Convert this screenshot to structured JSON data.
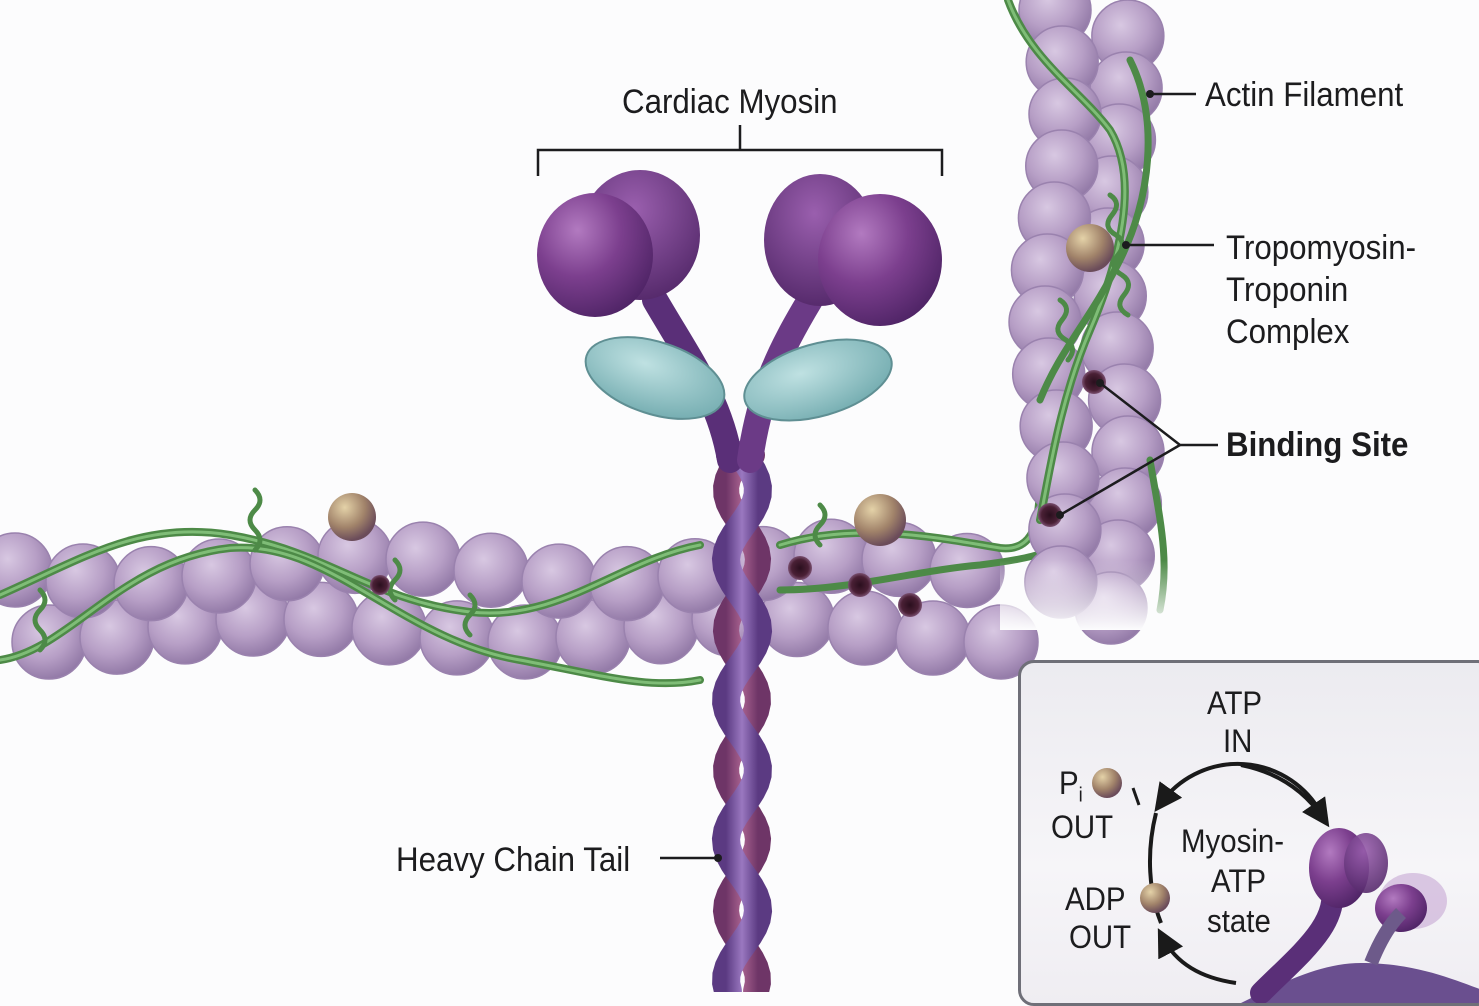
{
  "labels": {
    "cardiac_myosin": "Cardiac Myosin",
    "actin_filament": "Actin Filament",
    "tropomyosin_complex": [
      "Tropomyosin-",
      "Troponin",
      "Complex"
    ],
    "binding_site": "Binding Site",
    "heavy_chain_tail": "Heavy Chain Tail"
  },
  "inset": {
    "atp_in": [
      "ATP",
      "IN"
    ],
    "pi_out": {
      "symbol": "P",
      "subscript": "i",
      "word": "OUT"
    },
    "adp_out": [
      "ADP",
      "OUT"
    ],
    "state": [
      "Myosin-",
      "ATP",
      "state"
    ]
  },
  "colors": {
    "actin": "#b49bc3",
    "tropomyosin": "#5e9a55",
    "myosin_head": "#7a3d8a",
    "light_chain": "#86bdc0",
    "tail": "#6a4f8f",
    "troponin_ball": "#9c7e63"
  }
}
